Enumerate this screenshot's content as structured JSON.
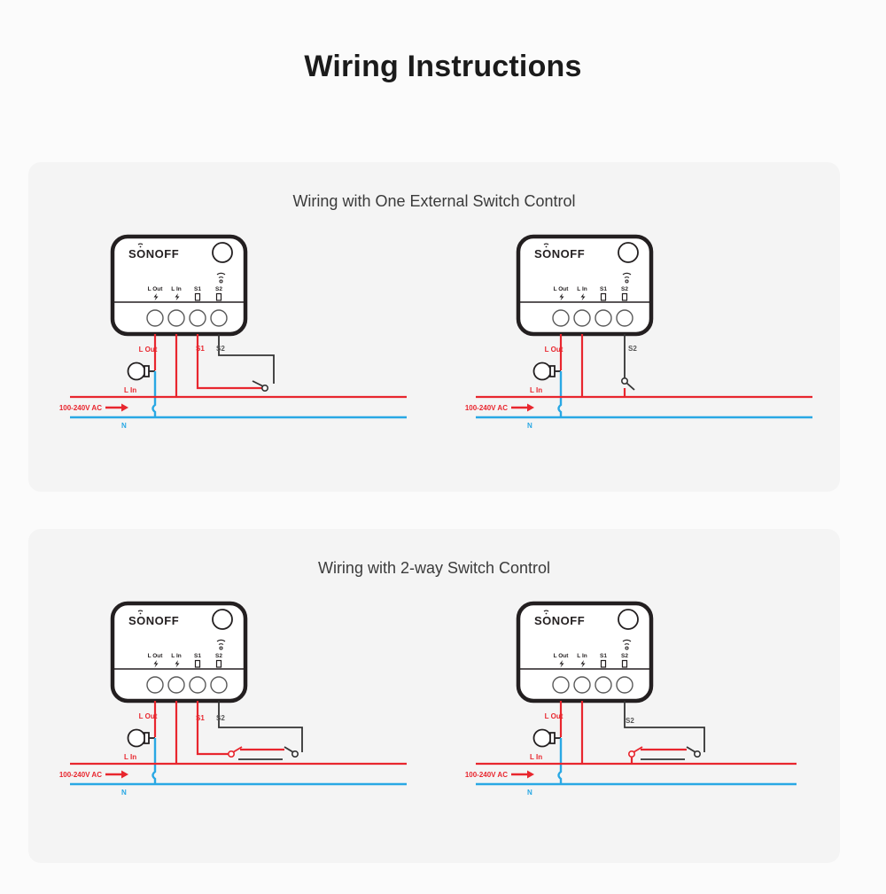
{
  "page": {
    "title": "Wiring Instructions",
    "background": "#fbfbfb",
    "panel_background": "#f4f4f4"
  },
  "colors": {
    "live_red": "#e8262e",
    "neutral_blue": "#29a8e4",
    "wire_black": "#333333",
    "device_outline": "#231f20",
    "title_text": "#1b1b1b",
    "panel_title_text": "#3b3b3b"
  },
  "device": {
    "brand": "SONOFF",
    "button_name": "power-button",
    "wifi_indicator": "wifi-icon",
    "terminals": [
      {
        "label": "L Out",
        "icon": "lightning-icon"
      },
      {
        "label": "L In",
        "icon": "lightning-icon"
      },
      {
        "label": "S1",
        "icon": "switch-port-icon"
      },
      {
        "label": "S2",
        "icon": "switch-port-icon"
      }
    ]
  },
  "labels": {
    "l_out": "L Out",
    "l_in": "L In",
    "neutral": "N",
    "s1": "S1",
    "s2": "S2",
    "supply": "100-240V AC"
  },
  "panels": [
    {
      "id": "panel-1",
      "title": "Wiring with One External Switch Control",
      "diagrams": [
        {
          "id": "one-switch-s1",
          "switch_type": "single-pole",
          "active_terminals": [
            "L Out",
            "L In",
            "S1",
            "S2"
          ],
          "wire_labels": [
            "L Out",
            "S1",
            "S2",
            "L In",
            "N",
            "100-240V AC"
          ]
        },
        {
          "id": "one-switch-s2",
          "switch_type": "single-pole",
          "active_terminals": [
            "L Out",
            "L In",
            "S2"
          ],
          "wire_labels": [
            "L Out",
            "S2",
            "L In",
            "N",
            "100-240V AC"
          ]
        }
      ]
    },
    {
      "id": "panel-2",
      "title": "Wiring with 2-way Switch Control",
      "diagrams": [
        {
          "id": "two-way-s1-s2",
          "switch_type": "two-way",
          "active_terminals": [
            "L Out",
            "L In",
            "S1",
            "S2"
          ],
          "wire_labels": [
            "L Out",
            "S1",
            "S2",
            "L In",
            "N",
            "100-240V AC"
          ]
        },
        {
          "id": "two-way-s2",
          "switch_type": "two-way",
          "active_terminals": [
            "L Out",
            "L In",
            "S2"
          ],
          "wire_labels": [
            "L Out",
            "S2",
            "L In",
            "N",
            "100-240V AC"
          ]
        }
      ]
    }
  ]
}
